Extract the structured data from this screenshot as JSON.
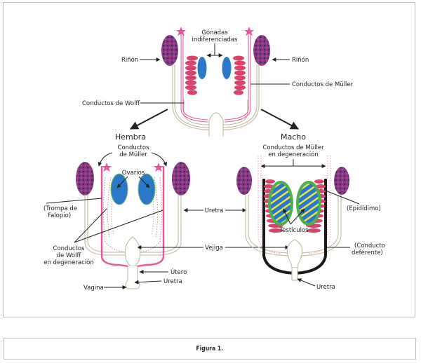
{
  "figure": {
    "caption": "Figura 1."
  },
  "colors": {
    "kidney": "#7a3a88",
    "kidney_spots": "#c8407a",
    "muller_duct": "#e8559a",
    "wolff_duct": "#c9bfa8",
    "gonad": "#2a79c9",
    "testis_rim": "#4caf50",
    "testis_stripes": "#e8e34a",
    "epididymis": "#d9436a",
    "vas_deferens": "#1a1a1a"
  },
  "indifferent_stage": {
    "gonads_label_line1": "Gónadas",
    "gonads_label_line2": "indiferenciadas",
    "kidney_left_label": "Riñón",
    "kidney_right_label": "Riñón",
    "muller_label": "Conductos de Müller",
    "wolff_label": "Conductos de Wolff"
  },
  "female": {
    "title": "Hembra",
    "muller_line1": "Conductos",
    "muller_line2": "de Müller",
    "ovaries_label": "Ovarios",
    "fallopian_line1": "(Trompa de",
    "fallopian_line2": "Falopio)",
    "wolff_deg_line1": "Conductos",
    "wolff_deg_line2": "de Wolff",
    "wolff_deg_line3": "en degeneración",
    "uterus_label": "Útero",
    "urethra_label": "Uretra",
    "vagina_label": "Vagina"
  },
  "shared": {
    "ureter_label": "Uretra",
    "bladder_label": "Vejiga"
  },
  "male": {
    "title": "Macho",
    "muller_deg_line1": "Conductos de Müller",
    "muller_deg_line2": "en degeneración",
    "epididymis_label": "(Epidídimo)",
    "testes_label": "Testículos",
    "vas_line1": "(Conducto",
    "vas_line2": "deferente)",
    "urethra_label": "Uretra"
  }
}
